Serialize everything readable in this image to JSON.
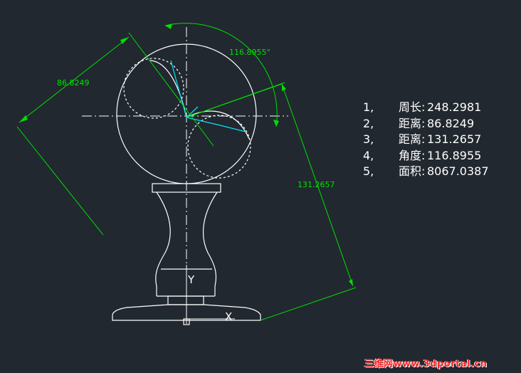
{
  "dimensions": {
    "perimeter_arc": "86.8249",
    "angle": "116.8955°",
    "long_side": "131.2657"
  },
  "results": [
    {
      "index": "1,",
      "label": "周长:",
      "value": "248.2981"
    },
    {
      "index": "2,",
      "label": "距离:",
      "value": "86.8249"
    },
    {
      "index": "3,",
      "label": "距离:",
      "value": "131.2657"
    },
    {
      "index": "4,",
      "label": "角度:",
      "value": "116.8955"
    },
    {
      "index": "5,",
      "label": "面积:",
      "value": "8067.0387"
    }
  ],
  "ucs": {
    "x_axis": "X",
    "y_axis": "Y"
  },
  "watermark": "三维网www.3dportal.cn",
  "colors": {
    "background": "#212830",
    "geometry": "#ffffff",
    "dimension": "#00e000",
    "highlight": "#00e5ff",
    "watermark": "#ff2020"
  }
}
